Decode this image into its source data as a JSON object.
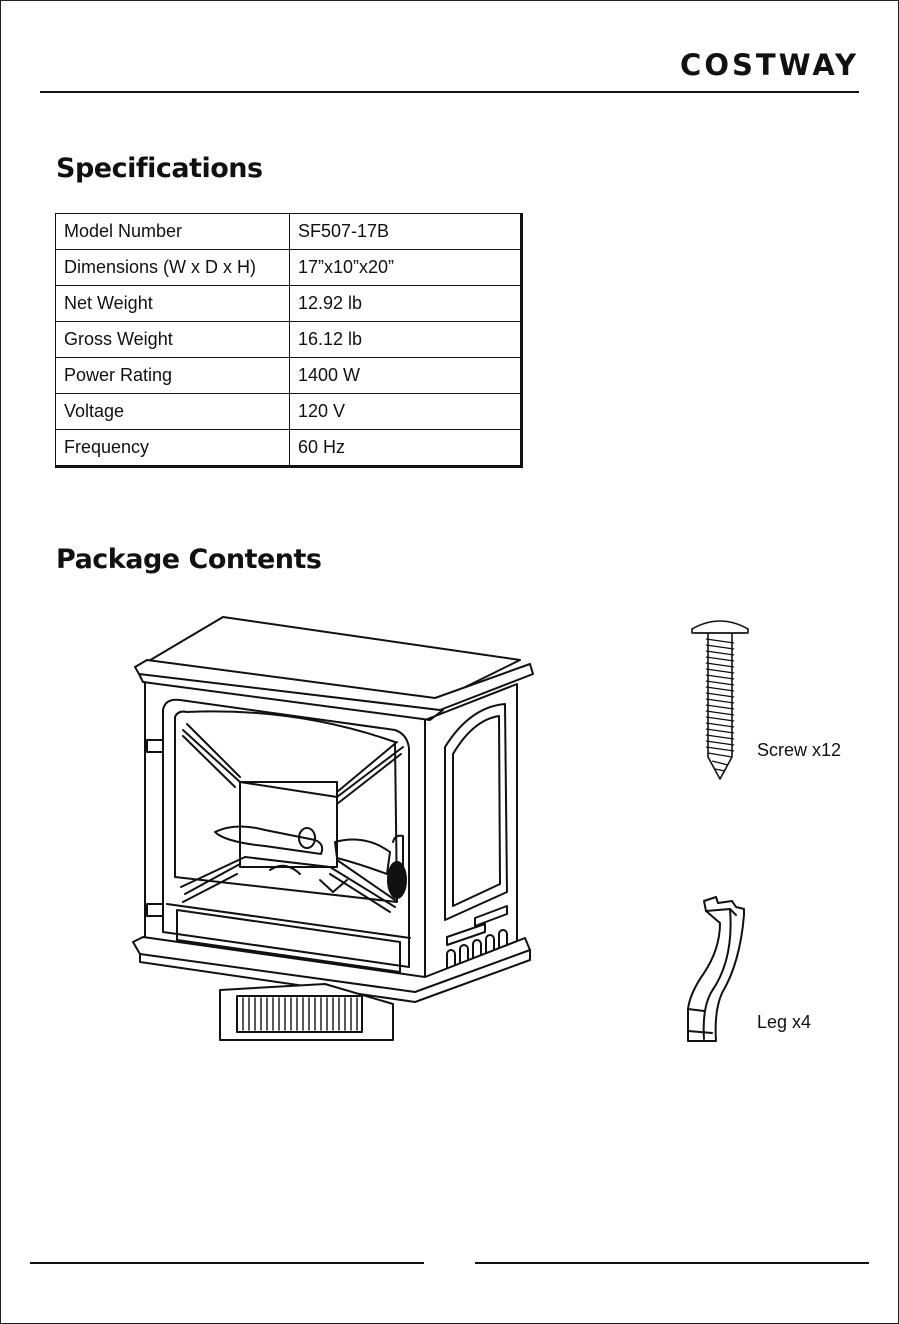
{
  "header": {
    "brand": "COSTWAY"
  },
  "specifications": {
    "title": "Specifications",
    "rows": [
      {
        "label": "Model Number",
        "value": "SF507-17B"
      },
      {
        "label": "Dimensions (W x D x H)",
        "value": "17”x10”x20”"
      },
      {
        "label": "Net Weight",
        "value": "12.92  lb"
      },
      {
        "label": "Gross Weight",
        "value": "16.12  lb"
      },
      {
        "label": "Power Rating",
        "value": "1400 W"
      },
      {
        "label": "Voltage",
        "value": "120 V"
      },
      {
        "label": "Frequency",
        "value": "60 Hz"
      }
    ]
  },
  "package": {
    "title": "Package Contents",
    "items": [
      {
        "label": "Screw x12",
        "icon": "screw-icon"
      },
      {
        "label": "Leg x4",
        "icon": "leg-icon"
      }
    ],
    "main_illustration": "fireplace-heater-illustration"
  }
}
